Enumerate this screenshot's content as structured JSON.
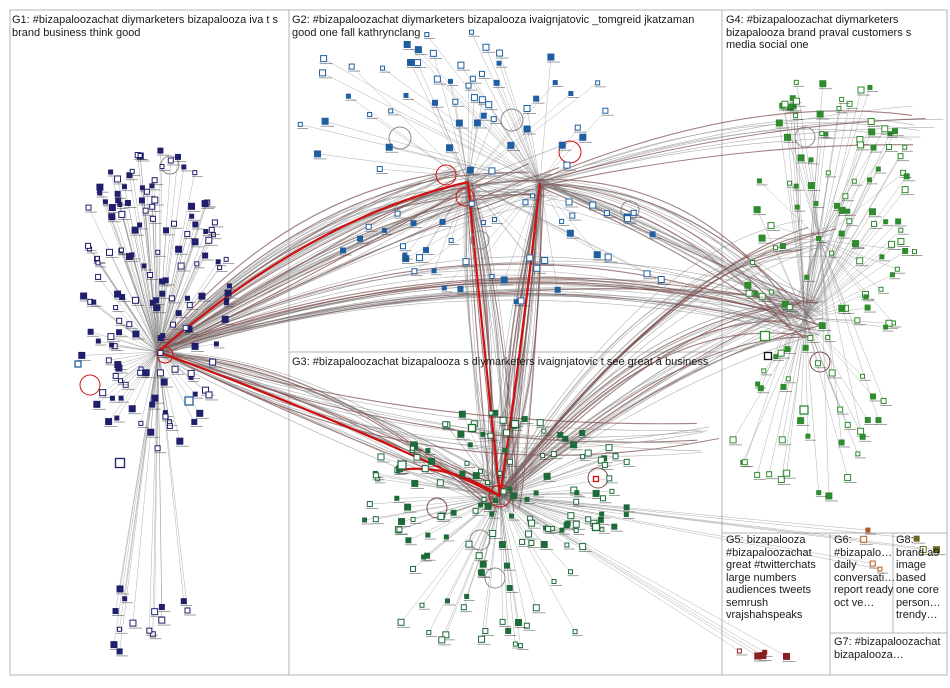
{
  "groups": [
    {
      "id": "G1",
      "label": "G1: #bizapaloozachat diymarketers bizapalooza iva t s brand business think good",
      "color": "#1f1f6b"
    },
    {
      "id": "G2",
      "label": "G2: #bizapaloozachat diymarketers bizapalooza ivaignjatovic _tomgreid jkatzaman good one fall kathrynclang",
      "color": "#1f5fa0"
    },
    {
      "id": "G3",
      "label": "G3: #bizapaloozachat bizapalooza s diymarketers ivaignjatovic t see great â business",
      "color": "#1e6b3a"
    },
    {
      "id": "G4",
      "label": "G4: #bizapaloozachat diymarketers bizapalooza brand praval customers s media social one",
      "color": "#2e8b2e"
    },
    {
      "id": "G5",
      "label": "G5: bizapalooza #bizapaloozachat great #twitterchats large numbers audiences tweets semrush vrajshahspeaks",
      "color": "#8b1e1e"
    },
    {
      "id": "G6",
      "label": "G6: #bizapalo… daily conversati… report ready oct ve…",
      "color": "#b05a1e"
    },
    {
      "id": "G7",
      "label": "G7: #bizapaloozachat bizapalooza…",
      "color": "#6b1e6b"
    },
    {
      "id": "G8",
      "label": "G8: brand a9 image based one core person… trendy…",
      "color": "#6b6b1e"
    }
  ],
  "colors": {
    "edge": "#8a8a8a",
    "edge_strong": "#7a4a4a",
    "edge_red": "#d01010",
    "border": "#b4b4b4"
  }
}
